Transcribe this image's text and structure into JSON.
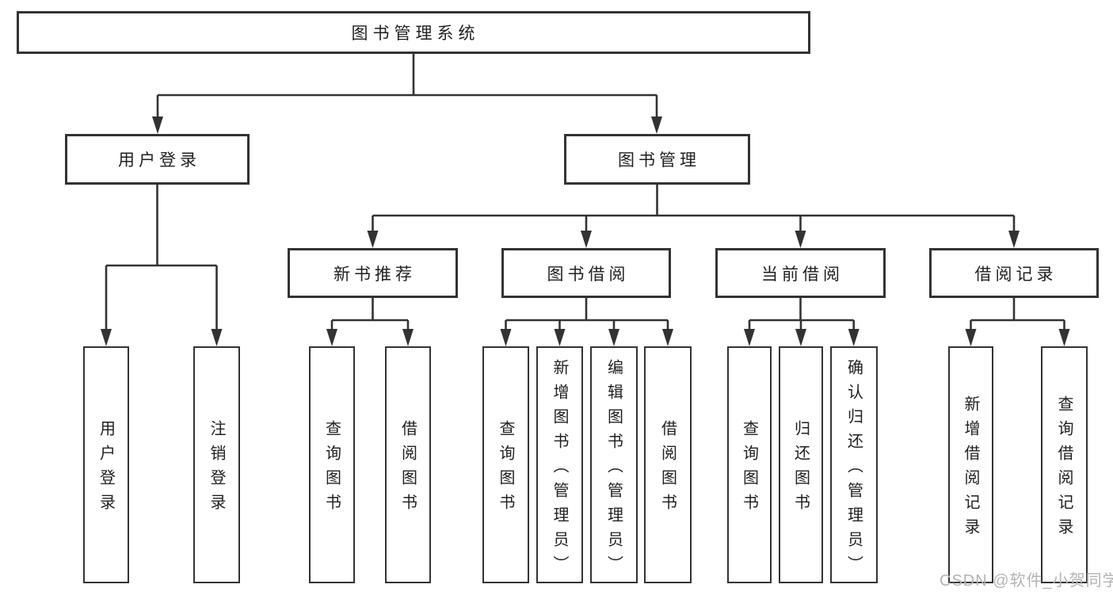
{
  "diagram": {
    "root": {
      "label": "图书管理系统",
      "children": [
        {
          "label": "用户登录",
          "children": [
            {
              "label": "用户登录"
            },
            {
              "label": "注销登录"
            }
          ]
        },
        {
          "label": "图书管理",
          "children": [
            {
              "label": "新书推荐",
              "children": [
                {
                  "label": "查询图书"
                },
                {
                  "label": "借阅图书"
                }
              ]
            },
            {
              "label": "图书借阅",
              "children": [
                {
                  "label": "查询图书"
                },
                {
                  "label": "新增图书（管理员）"
                },
                {
                  "label": "编辑图书（管理员）"
                },
                {
                  "label": "借阅图书"
                }
              ]
            },
            {
              "label": "当前借阅",
              "children": [
                {
                  "label": "查询图书"
                },
                {
                  "label": "归还图书"
                },
                {
                  "label": "确认归还（管理员）"
                }
              ]
            },
            {
              "label": "借阅记录",
              "children": [
                {
                  "label": "新增借阅记录"
                },
                {
                  "label": "查询借阅记录"
                }
              ]
            }
          ]
        }
      ]
    }
  },
  "watermark": {
    "text": "CSDN @软件_小贺同学"
  },
  "colors": {
    "line": "#333333",
    "text": "#1f1f1f",
    "background": "#ffffff",
    "watermark": "#b3b3b3"
  }
}
